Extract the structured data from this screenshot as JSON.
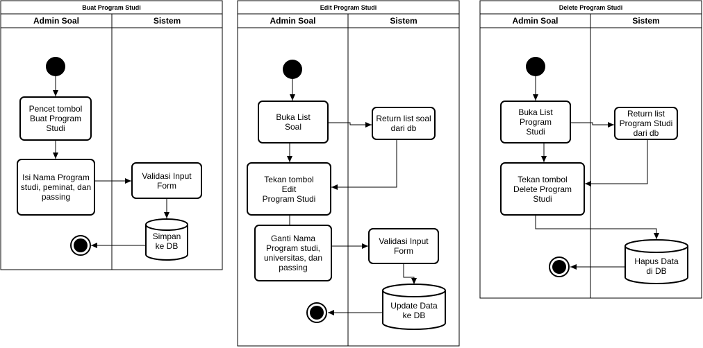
{
  "colors": {
    "stroke": "#000000",
    "fill": "#ffffff",
    "start_fill": "#000000"
  },
  "diagrams": [
    {
      "title": "Buat Program Studi",
      "left_col": "Admin Soal",
      "right_col": "Sistem",
      "nodes": {
        "pencet": "Pencet tombol\nBuat Program\nStudi",
        "isi": "Isi Nama Program\nstudi, peminat, dan\npassing",
        "validasi": "Validasi Input\nForm",
        "simpan": "Simpan\nke DB"
      }
    },
    {
      "title": "Edit Program Studi",
      "left_col": "Admin Soal",
      "right_col": "Sistem",
      "nodes": {
        "buka": "Buka List\nSoal",
        "return": "Return list soal\ndari db",
        "tekan": "Tekan tombol\nEdit\nProgram Studi",
        "ganti": "Ganti Nama\nProgram studi,\nuniversitas, dan\npassing",
        "validasi": "Validasi Input\nForm",
        "update": "Update Data\nke DB"
      }
    },
    {
      "title": "Delete Program Studi",
      "left_col": "Admin Soal",
      "right_col": "Sistem",
      "nodes": {
        "buka": "Buka List\nProgram\nStudi",
        "return": "Return list\nProgram Studi\ndari db",
        "tekan": "Tekan tombol\nDelete Program\nStudi",
        "hapus": "Hapus Data\ndi DB"
      }
    }
  ]
}
